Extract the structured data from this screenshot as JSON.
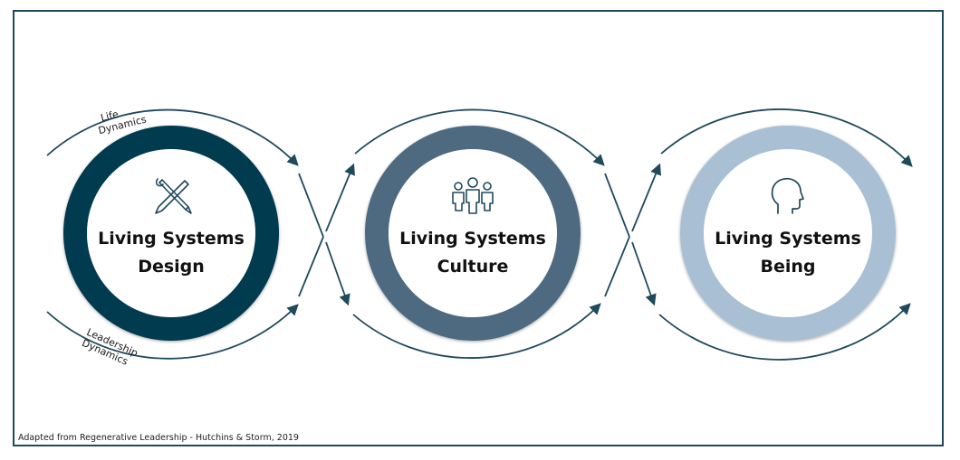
{
  "nodes": [
    {
      "line1": "Living Systems",
      "line2": "Design",
      "ring_color": "#053b4f",
      "icon": "design-tools-icon"
    },
    {
      "line1": "Living Systems",
      "line2": "Culture",
      "ring_color": "#4e6a80",
      "icon": "people-group-icon"
    },
    {
      "line1": "Living Systems",
      "line2": "Being",
      "ring_color": "#a9bfd3",
      "icon": "head-profile-icon"
    }
  ],
  "curves": {
    "top_label_line1": "Life",
    "top_label_line2": "Dynamics",
    "bottom_label_line1": "Leadership",
    "bottom_label_line2": "Dynamics"
  },
  "footer": "Adapted from Regenerative Leadership - Hutchins & Storm, 2019",
  "colors": {
    "line": "#1f4a5c"
  }
}
